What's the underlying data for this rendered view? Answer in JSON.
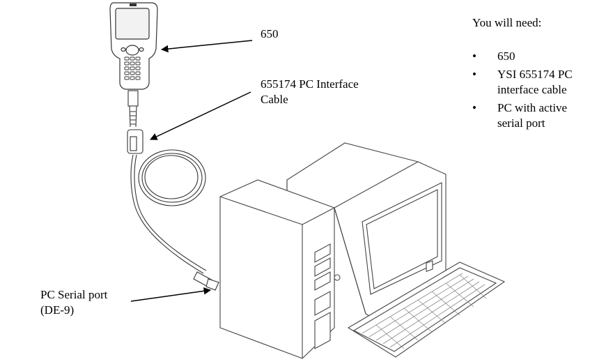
{
  "labels": {
    "meter": "650",
    "cable_line1": "655174 PC Interface",
    "cable_line2": "Cable",
    "port_line1": "PC Serial port",
    "port_line2": "(DE-9)"
  },
  "needs": {
    "heading": "You will need:",
    "items": [
      "650",
      "YSI 655174 PC interface cable",
      "PC with active serial port"
    ]
  },
  "icons": [
    "handheld-650-icon",
    "interface-cable-icon",
    "desktop-pc-icon",
    "keyboard-icon"
  ]
}
